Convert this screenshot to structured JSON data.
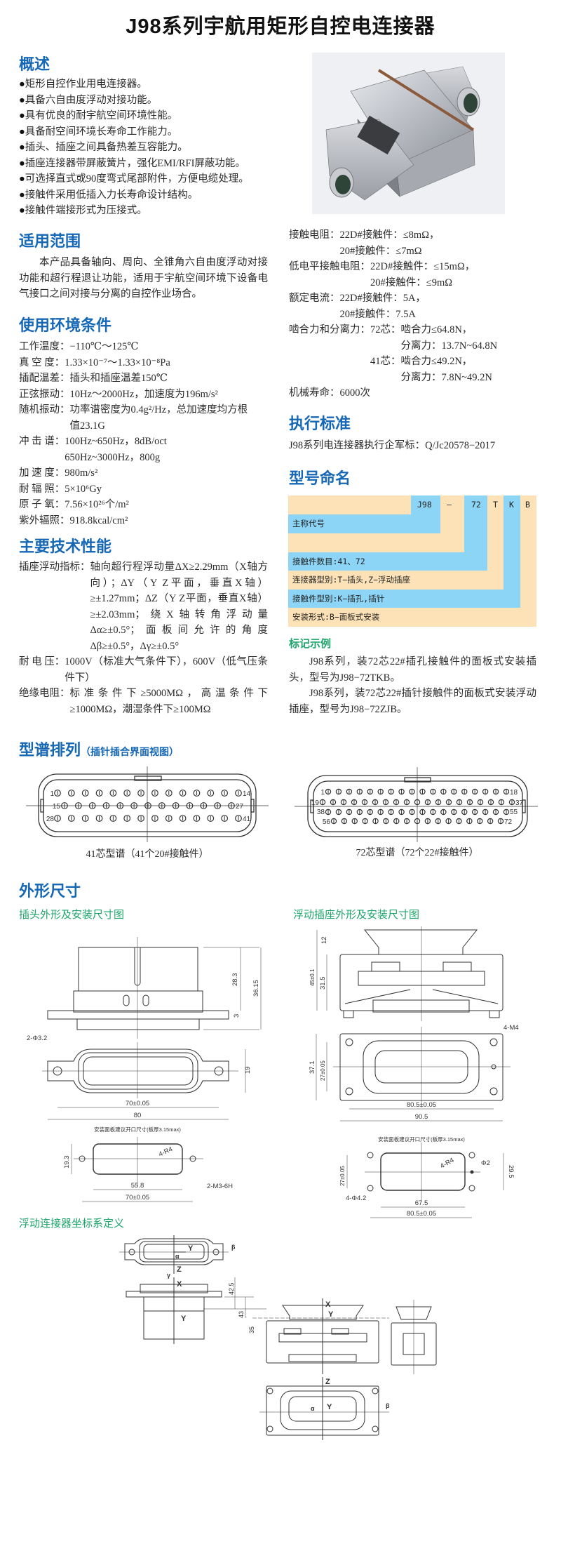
{
  "title": "J98系列宇航用矩形自控电连接器",
  "overview": {
    "heading": "概述",
    "items": [
      "矩形自控作业用电连接器。",
      "具备六自由度浮动对接功能。",
      "具有优良的耐宇航空间环境性能。",
      "具备耐空间环境长寿命工作能力。",
      "插头、插座之间具备热差互容能力。",
      "插座连接器带屏蔽簧片，强化EMI/RFI屏蔽功能。",
      "可选择直式或90度弯式尾部附件，方便电缆处理。",
      "接触件采用低插入力长寿命设计结构。",
      "接触件端接形式为压接式。"
    ]
  },
  "scope": {
    "heading": "适用范围",
    "text": "本产品具备轴向、周向、全锥角六自由度浮动对接功能和超行程退让功能，适用于宇航空间环境下设备电气接口之间对接与分离的自控作业场合。"
  },
  "environment": {
    "heading": "使用环境条件",
    "items": [
      {
        "label": "工作温度：",
        "lines": [
          "−110℃～125℃"
        ]
      },
      {
        "label": "真 空 度：",
        "lines": [
          "1.33×10⁻⁷～1.33×10⁻⁸Pa"
        ]
      },
      {
        "label": "插配温差：",
        "lines": [
          "插头和插座温差150℃"
        ]
      },
      {
        "label": "正弦振动：",
        "lines": [
          "10Hz～2000Hz，加速度为196m/s²"
        ]
      },
      {
        "label": "随机振动：",
        "lines": [
          "功率谱密度为0.4g²/Hz，总加速度均方根",
          "值23.1G"
        ]
      },
      {
        "label": "冲 击 谱：",
        "lines": [
          "100Hz~650Hz，8dB/oct",
          "650Hz~3000Hz，800g"
        ]
      },
      {
        "label": "加 速 度：",
        "lines": [
          "980m/s²"
        ]
      },
      {
        "label": "耐 辐 照：",
        "lines": [
          "5×10⁶Gy"
        ]
      },
      {
        "label": "原 子 氧：",
        "lines": [
          "7.56×10²⁶个/m²"
        ]
      },
      {
        "label": "紫外辐照：",
        "lines": [
          "918.8kcal/cm²"
        ]
      }
    ]
  },
  "performance": {
    "heading": "主要技术性能",
    "items": [
      {
        "label": "插座浮动指标：",
        "text": "轴向超行程浮动量ΔX≥2.29mm（X轴方向）；ΔY（Y Z平面，垂直X轴）≥±1.27mm；ΔZ（Y Z平面，垂直X轴）≥±2.03mm；绕X轴转角浮动量Δα≥±0.5°；面板间允许的角度Δβ≥±0.5°，Δγ≥±0.5°"
      },
      {
        "label": "耐 电 压：",
        "text": "1000V（标准大气条件下），600V（低气压条件下）"
      },
      {
        "label": "绝缘电阻：",
        "text": "标准条件下≥5000MΩ，高温条件下≥1000MΩ，潮湿条件下≥100MΩ"
      }
    ]
  },
  "electrical": {
    "contact_resistance": {
      "label": "接触电阻：",
      "lines": [
        "22D#接触件：≤8mΩ，",
        "20#接触件：≤7mΩ"
      ]
    },
    "low_level_resistance": {
      "label": "低电平接触电阻：",
      "lines": [
        "22D#接触件：≤15mΩ，",
        "20#接触件：≤9mΩ"
      ]
    },
    "rated_current": {
      "label": "额定电流：",
      "lines": [
        "22D#接触件：5A，",
        "20#接触件：7.5A"
      ]
    },
    "mating_force": {
      "label": "啮合力和分离力：",
      "groups": [
        {
          "core": "72芯：",
          "lines": [
            "啮合力≤64.8N，",
            "分离力：13.7N~64.8N"
          ]
        },
        {
          "core": "41芯：",
          "lines": [
            "啮合力≤49.2N，",
            "分离力：7.8N~49.2N"
          ]
        }
      ]
    },
    "mechanical_life": {
      "label": "机械寿命：",
      "value": "6000次"
    }
  },
  "standard": {
    "heading": "执行标准",
    "text": "J98系列电连接器执行企军标：Q/Jc20578−2017"
  },
  "model_naming": {
    "heading": "型号命名",
    "header": [
      "J98",
      "—",
      "72",
      "T",
      "K",
      "B"
    ],
    "rows": [
      "主称代号",
      "接触件数目:41、72",
      "连接器型别:T−插头,Z−浮动插座",
      "接触件型别:K−插孔,插针",
      "安装形式:B−面板式安装"
    ],
    "colors": {
      "beige": "#fde2b7",
      "blue": "#8cd5f6"
    }
  },
  "example": {
    "heading": "标记示例",
    "paragraphs": [
      "J98系列，装72芯22#插孔接触件的面板式安装插头，型号为J98−72TKB。",
      "J98系列，装72芯22#插针接触件的面板式安装浮动插座，型号为J98−72ZJB。"
    ]
  },
  "layouts": {
    "heading": "型谱排列",
    "subheading": "（插针插合界面视图）",
    "core41": {
      "caption": "41芯型谱（41个20#接触件）",
      "rows": [
        14,
        13,
        14
      ],
      "labels": [
        "1",
        "14",
        "15",
        "27",
        "28",
        "41"
      ]
    },
    "core72": {
      "caption": "72芯型谱（72个22#接触件）",
      "rows": [
        18,
        19,
        18,
        17
      ],
      "labels": [
        "1",
        "18",
        "19",
        "37",
        "38",
        "55",
        "56",
        "72"
      ]
    }
  },
  "dimensions": {
    "heading": "外形尺寸",
    "plug_title": "插头外形及安装尺寸图",
    "socket_title": "浮动插座外形及安装尺寸图",
    "plug": {
      "height_a": "28.3",
      "height_b": "36.15",
      "flange": "3",
      "hole": "2-Φ3.2",
      "width": "19",
      "pitch": "70±0.05",
      "overall": "80",
      "cutout_caption": "安装面板建议开口尺寸(板厚3.15max)",
      "cut_h": "19.3",
      "cut_w": "55.8",
      "cut_pitch": "70±0.05",
      "radius": "4-R4",
      "thread": "2-M3-6H"
    },
    "socket": {
      "h12": "12",
      "h315": "31.5",
      "h45": "45±0.1",
      "thread": "4-M4",
      "w371": "37.1",
      "w27": "27±0.05",
      "pitch": "80.5±0.05",
      "overall": "90.5",
      "cutout_caption": "安装面板建议开口尺寸(板厚3.15max)",
      "cut_27": "27±0.05",
      "cut_295": "29.5",
      "radius": "4-R4",
      "pin": "Φ2",
      "holes": "4-Φ4.2",
      "cut_w": "67.5",
      "cut_pitch": "80.5±0.05"
    }
  },
  "coordinates": {
    "heading": "浮动连接器坐标系定义",
    "axes": {
      "x": "X",
      "y": "Y",
      "z": "Z",
      "alpha": "α",
      "beta": "β",
      "gamma": "γ"
    },
    "dims": {
      "d1": "42.5",
      "d2": "43",
      "d3": "35"
    }
  }
}
